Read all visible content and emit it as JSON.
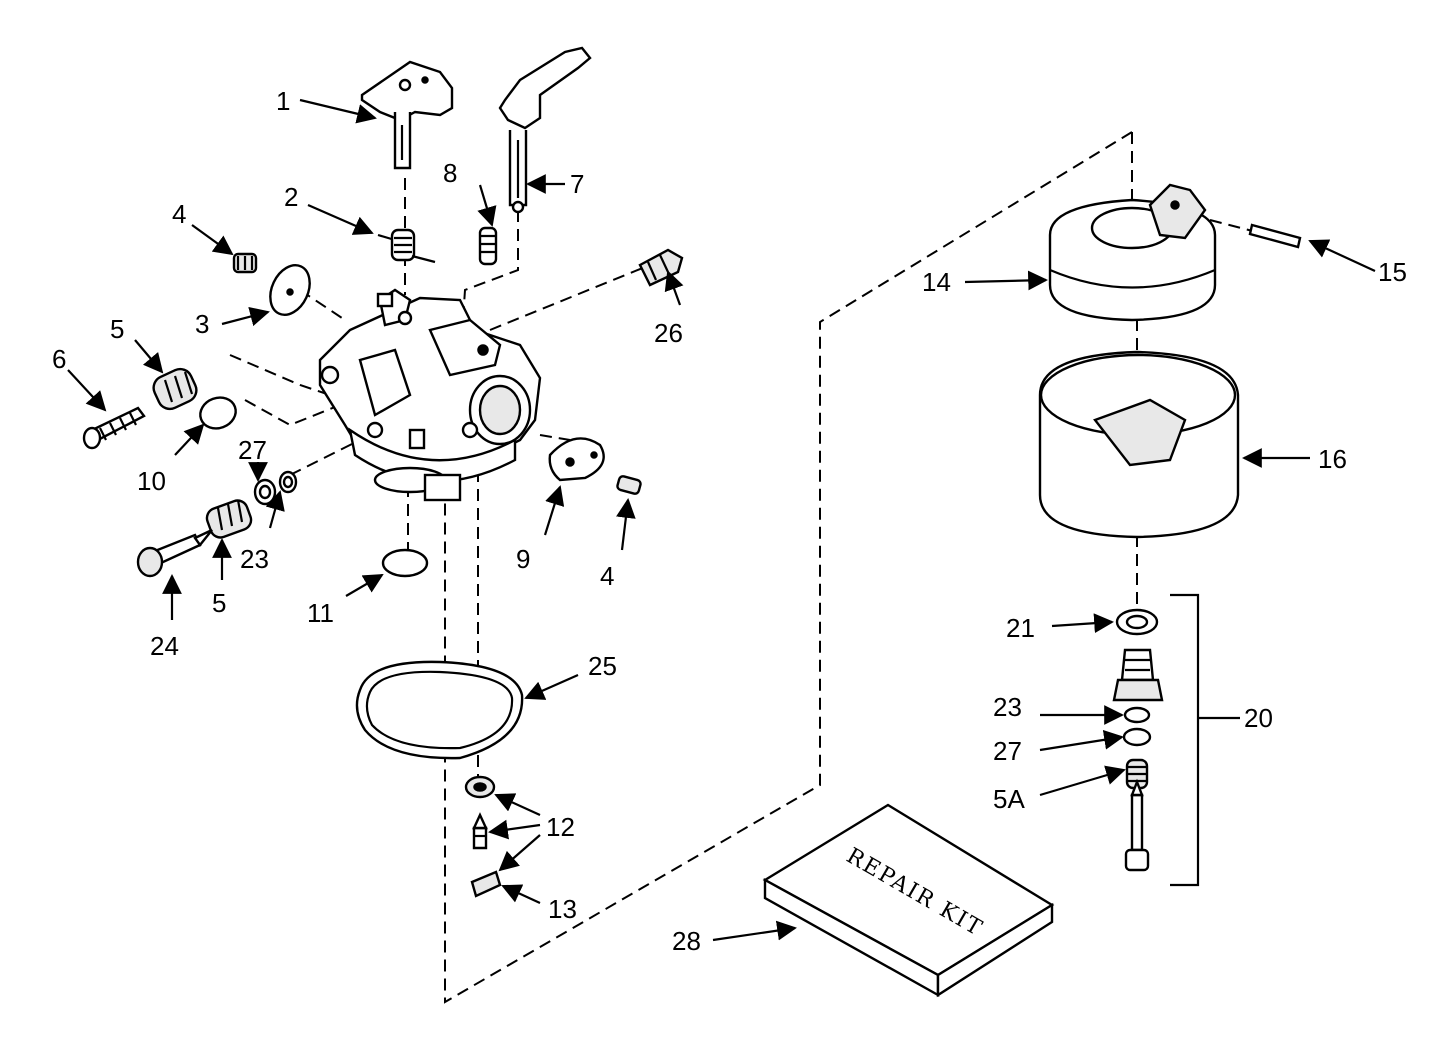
{
  "labels": {
    "l1": "1",
    "l2": "2",
    "l3": "3",
    "l4a": "4",
    "l4b": "4",
    "l5a": "5",
    "l5b": "5",
    "l5c": "5A",
    "l6": "6",
    "l7": "7",
    "l8": "8",
    "l9": "9",
    "l10": "10",
    "l11": "11",
    "l12": "12",
    "l13": "13",
    "l14": "14",
    "l15": "15",
    "l16": "16",
    "l20": "20",
    "l21": "21",
    "l23a": "23",
    "l23b": "23",
    "l24": "24",
    "l25": "25",
    "l26": "26",
    "l27a": "27",
    "l27b": "27",
    "l28": "28"
  },
  "repair_kit_text": "REPAIR KIT"
}
